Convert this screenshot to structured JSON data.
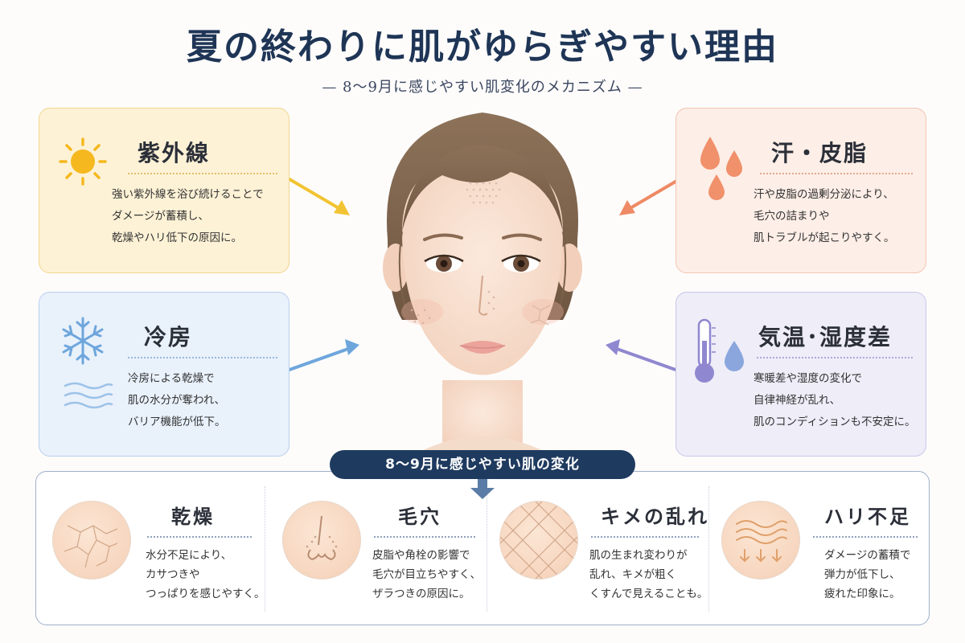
{
  "header": {
    "title": "夏の終わりに肌がゆらぎやすい理由",
    "subtitle": "— 8～9月に感じやすい肌変化のメカニズム —"
  },
  "causes": {
    "uv": {
      "title": "紫外線",
      "lines": [
        "強い紫外線を浴び続けることで",
        "ダメージが蓄積し、",
        "乾燥やハリ低下の原因に。"
      ],
      "icon": "sun-icon",
      "color": "#f2b51e"
    },
    "sweat": {
      "title": "汗・皮脂",
      "lines": [
        "汗や皮脂の過剰分泌により、",
        "毛穴の詰まりや",
        "肌トラブルが起こりやすく。"
      ],
      "icon": "droplets-icon",
      "color": "#ee8a65"
    },
    "ac": {
      "title": "冷房",
      "lines": [
        "冷房による乾燥で",
        "肌の水分が奪われ、",
        "バリア機能が低下。"
      ],
      "icon": "snowflake-icon",
      "color": "#6ea6dc"
    },
    "temp": {
      "title": "気温･湿度差",
      "lines": [
        "寒暖差や湿度の変化で",
        "自律神経が乱れ、",
        "肌のコンディションも不安定に。"
      ],
      "icon": "thermometer-icon",
      "color": "#8f87cf"
    }
  },
  "changes": {
    "banner": "8～9月に感じやすい肌の変化",
    "items": [
      {
        "title": "乾燥",
        "lines": [
          "水分不足により、",
          "カサつきや",
          "つっぱりを感じやすく。"
        ],
        "icon": "cracked-skin-icon"
      },
      {
        "title": "毛穴",
        "lines": [
          "皮脂や角栓の影響で",
          "毛穴が目立ちやすく、",
          "ザラつきの原因に。"
        ],
        "icon": "nose-pores-icon"
      },
      {
        "title": "キメの乱れ",
        "lines": [
          "肌の生まれ変わりが",
          "乱れ、キメが粗く",
          "くすんで見えることも。"
        ],
        "icon": "skin-texture-icon"
      },
      {
        "title": "ハリ不足",
        "lines": [
          "ダメージの蓄積で",
          "弾力が低下し、",
          "疲れた印象に。"
        ],
        "icon": "sagging-waves-icon"
      }
    ]
  },
  "colors": {
    "navy": "#1e3a5f"
  }
}
